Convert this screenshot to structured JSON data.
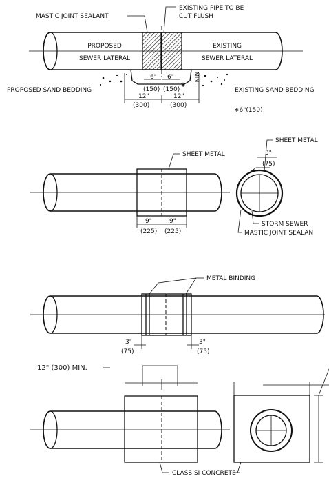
{
  "detail1": {
    "mastic_label": "MASTIC JOINT SEALANT",
    "existing_pipe_line1": "EXISTING PIPE TO BE",
    "existing_pipe_line2": "CUT FLUSH",
    "proposed_line1": "PROPOSED",
    "proposed_line2": "SEWER LATERAL",
    "existing_line1": "EXISTING",
    "existing_line2": "SEWER LATERAL",
    "dim_6_left": "6\"",
    "dim_150_left": "(150)",
    "dim_6_right": "6\"",
    "dim_150_right": "(150)",
    "min_label": "MIN.",
    "proposed_bedding": "PROPOSED SAND BEDDING",
    "existing_bedding": "EXISTING SAND BEDDING",
    "dim_12_left": "12\"",
    "dim_300_left": "(300)",
    "dim_12_right": "12\"",
    "dim_300_right": "(300)",
    "asterisk": "∗",
    "footnote": "∗6\"(150)"
  },
  "detail2": {
    "sheet_metal_label": "SHEET METAL",
    "dim_9_left": "9\"",
    "dim_225_left": "(225)",
    "dim_9_right": "9\"",
    "dim_225_right": "(225)",
    "section_sheet_metal": "SHEET METAL",
    "dim_3": "3\"",
    "dim_75": "(75)",
    "storm_sewer": "STORM SEWER",
    "mastic_sealant": "MASTIC JOINT SEALAN"
  },
  "detail3": {
    "metal_binding": "METAL BINDING",
    "dim_3_left": "3\"",
    "dim_75_left": "(75)",
    "dim_3_right": "3\"",
    "dim_75_right": "(75)"
  },
  "detail4": {
    "min_label": "12\" (300) MIN.",
    "concrete_label": "CLASS SI CONCRETE"
  }
}
